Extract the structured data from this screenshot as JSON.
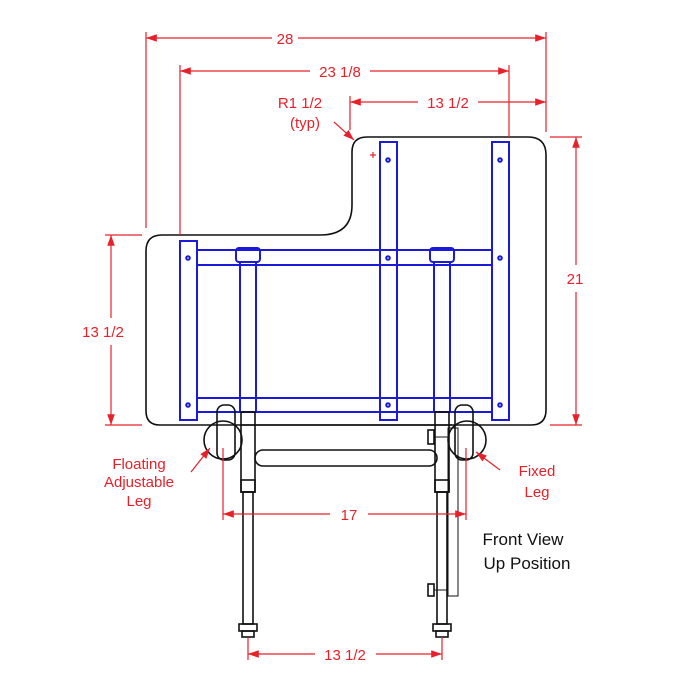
{
  "dimensions": {
    "overall_width": "28",
    "rail_span": "23 1/8",
    "radius_label": "R1 1/2",
    "radius_note": "(typ)",
    "top_section": "13 1/2",
    "left_height": "13 1/2",
    "overall_height": "21",
    "leg_span": "17",
    "foot_span": "13 1/2"
  },
  "callouts": {
    "floating_leg": [
      "Floating",
      "Adjustable",
      "Leg"
    ],
    "fixed_leg": [
      "Fixed",
      "Leg"
    ]
  },
  "view_label": [
    "Front View",
    "Up Position"
  ],
  "colors": {
    "dimension": "#e8202a",
    "frame": "#1a1ad8",
    "outline": "#111111"
  }
}
